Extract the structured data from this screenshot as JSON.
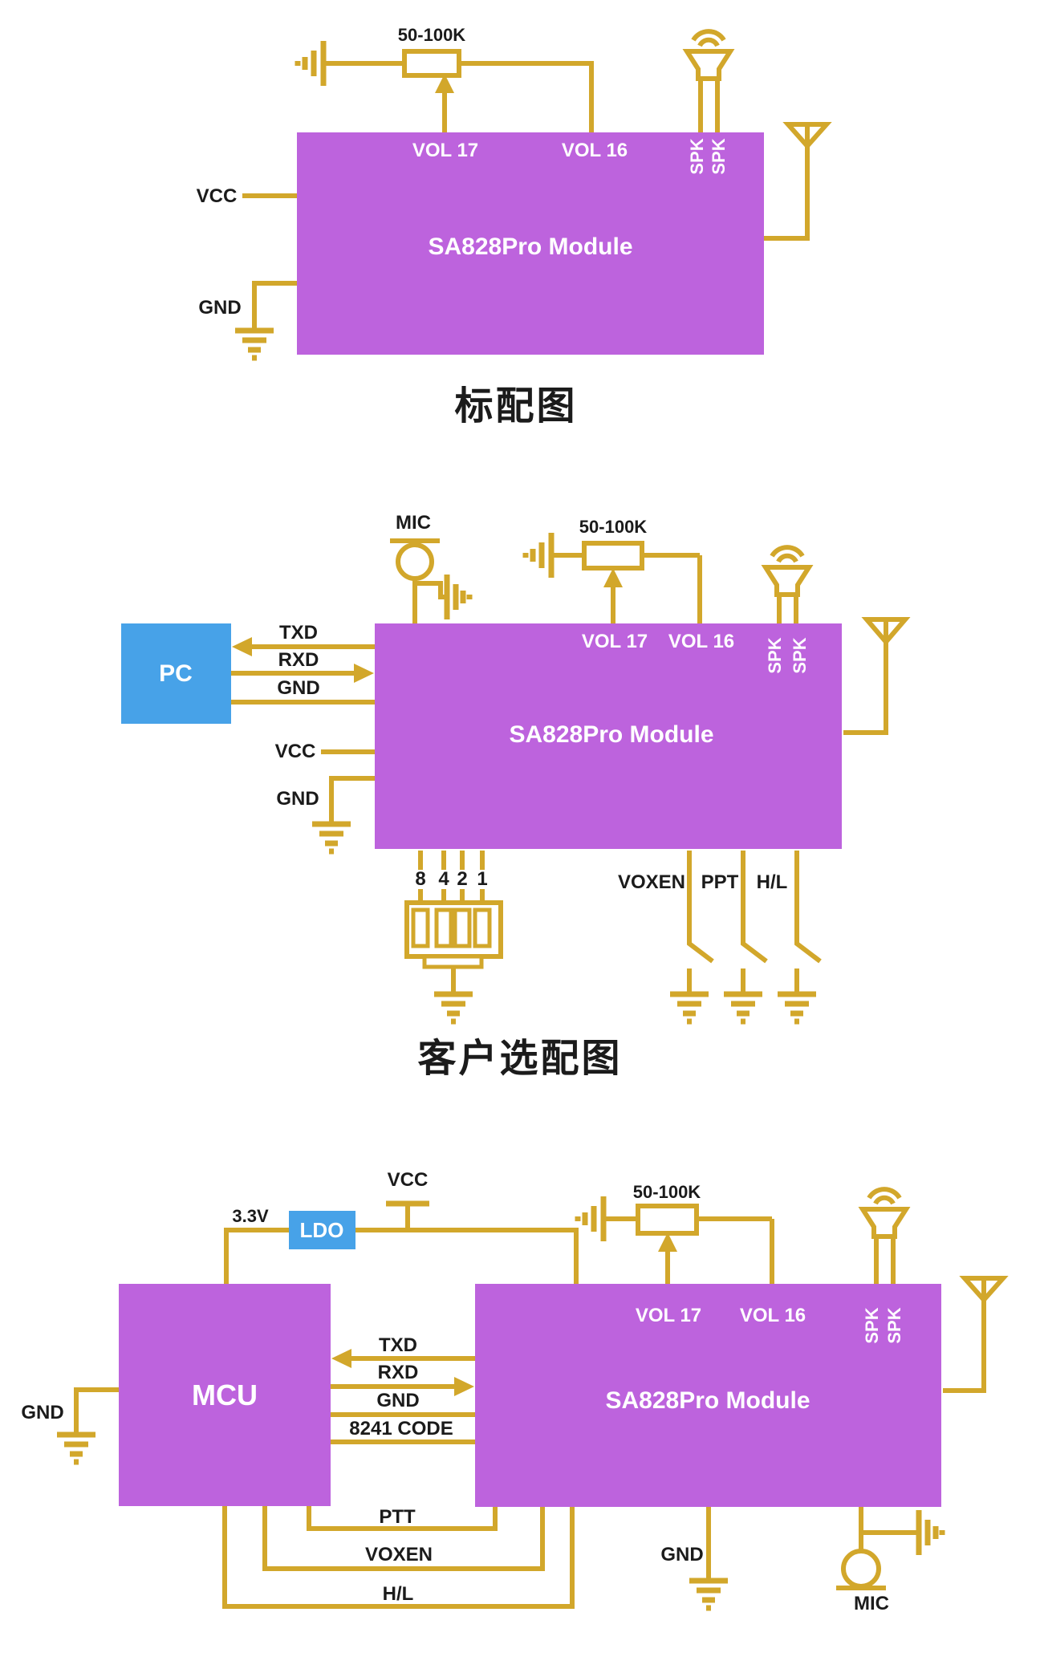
{
  "colors": {
    "module_fill": "#bd63dd",
    "accent_blue": "#47a2e8",
    "wire_gold": "#d2a72b",
    "text_dark": "#1b1b1b",
    "text_light": "#ffffff"
  },
  "d1": {
    "title": "标配图",
    "module": "SA828Pro Module",
    "pot": "50-100K",
    "vol17": "VOL 17",
    "vol16": "VOL 16",
    "spk": "SPK",
    "vcc": "VCC",
    "gnd": "GND"
  },
  "d2": {
    "title": "客户选配图",
    "module": "SA828Pro Module",
    "pc": "PC",
    "mic": "MIC",
    "pot": "50-100K",
    "txd": "TXD",
    "rxd": "RXD",
    "gnd_uart": "GND",
    "vcc": "VCC",
    "gnd": "GND",
    "vol17": "VOL 17",
    "vol16": "VOL 16",
    "spk": "SPK",
    "dip": [
      "8",
      "4",
      "2",
      "1"
    ],
    "sw": [
      "VOXEN",
      "PPT",
      "H/L"
    ]
  },
  "d3": {
    "mcu": "MCU",
    "module": "SA828Pro Module",
    "ldo": "LDO",
    "v33": "3.3V",
    "vcc": "VCC",
    "pot": "50-100K",
    "txd": "TXD",
    "rxd": "RXD",
    "gnd_uart": "GND",
    "code": "8241 CODE",
    "links": [
      "PTT",
      "VOXEN",
      "H/L"
    ],
    "gnd_left": "GND",
    "gnd_bottom": "GND",
    "mic": "MIC",
    "vol17": "VOL 17",
    "vol16": "VOL 16",
    "spk": "SPK"
  }
}
